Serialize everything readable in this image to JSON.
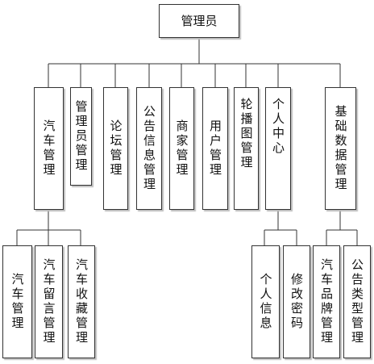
{
  "root": {
    "label": "管理员"
  },
  "modules": [
    {
      "id": "car",
      "label": "汽车管理",
      "children": [
        "汽车管理",
        "汽车留言管理",
        "汽车收藏管理"
      ]
    },
    {
      "id": "admin",
      "label": "管理员管理"
    },
    {
      "id": "forum",
      "label": "论坛管理"
    },
    {
      "id": "notice",
      "label": "公告信息管理"
    },
    {
      "id": "merchant",
      "label": "商家管理"
    },
    {
      "id": "user",
      "label": "用户管理"
    },
    {
      "id": "carousel",
      "label": "轮播图管理"
    },
    {
      "id": "personal",
      "label": "个人中心",
      "children": [
        "个人信息",
        "修改密码"
      ]
    },
    {
      "id": "basic",
      "label": "基础数据管理",
      "children": [
        "汽车品牌管理",
        "公告类型管理"
      ]
    }
  ]
}
